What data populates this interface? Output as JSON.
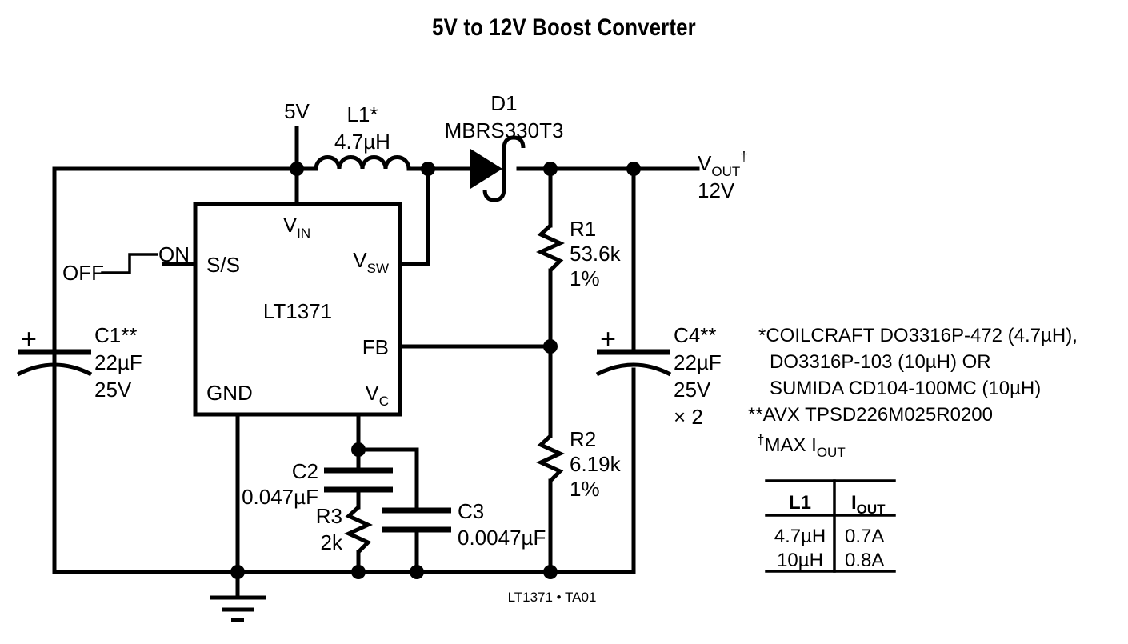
{
  "title": "5V to 12V Boost Converter",
  "caption": "LT1371 • TA01",
  "ic": {
    "part": "LT1371",
    "pins": {
      "vin": "V",
      "vin_sub": "IN",
      "ssw": "S/S",
      "vsw": "V",
      "vsw_sub": "SW",
      "fb": "FB",
      "gnd": "GND",
      "vc": "V",
      "vc_sub": "C"
    }
  },
  "nodes": {
    "vin_label": "5V",
    "vout_label": "V",
    "vout_sub": "OUT",
    "vout_dagger": "†",
    "vout_value": "12V",
    "off": "OFF",
    "on": "ON"
  },
  "components": {
    "L1": {
      "ref": "L1*",
      "value": "4.7µH"
    },
    "D1": {
      "ref": "D1",
      "value": "MBRS330T3"
    },
    "R1": {
      "ref": "R1",
      "value": "53.6k",
      "tol": "1%"
    },
    "R2": {
      "ref": "R2",
      "value": "6.19k",
      "tol": "1%"
    },
    "R3": {
      "ref": "R3",
      "value": "2k"
    },
    "C1": {
      "ref": "C1**",
      "value": "22µF",
      "volt": "25V",
      "polarity": "+"
    },
    "C2": {
      "ref": "C2",
      "value": "0.047µF"
    },
    "C3": {
      "ref": "C3",
      "value": "0.0047µF"
    },
    "C4": {
      "ref": "C4**",
      "value": "22µF",
      "volt": "25V",
      "qty": "× 2",
      "polarity": "+"
    }
  },
  "notes": [
    "*COILCRAFT DO3316P-472 (4.7µH),",
    "DO3316P-103 (10µH) OR",
    "SUMIDA CD104-100MC (10µH)",
    "**AVX TPSD226M025R0200"
  ],
  "table": {
    "caption_dagger": "†",
    "caption_text": "MAX I",
    "caption_sub": "OUT",
    "headers": [
      "L1",
      "I"
    ],
    "header_sub": "OUT",
    "rows": [
      [
        "4.7µH",
        "0.7A"
      ],
      [
        "10µH",
        "0.8A"
      ]
    ]
  },
  "colors": {
    "ink": "#000000",
    "paper": "#ffffff"
  }
}
